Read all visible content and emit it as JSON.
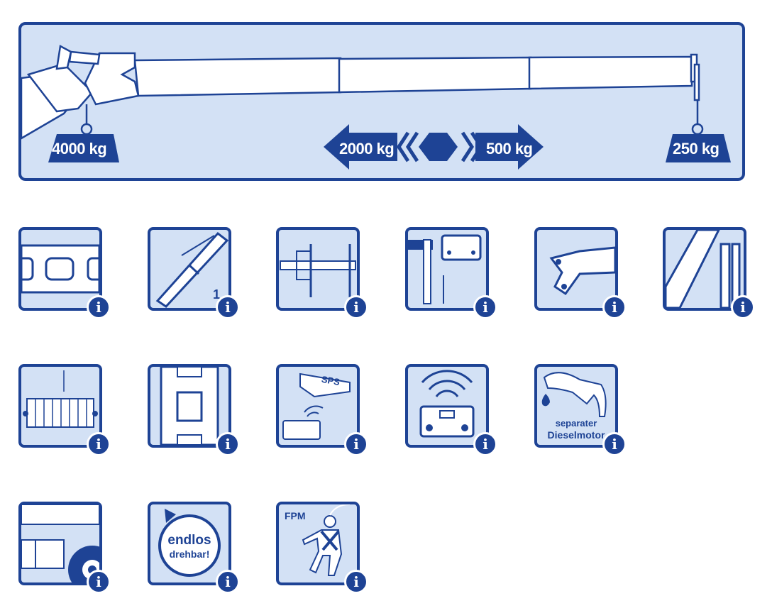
{
  "banner": {
    "left_weight": "4000 kg",
    "mid_left_weight": "2000 kg",
    "mid_right_weight": "500 kg",
    "right_weight": "250 kg"
  },
  "colors": {
    "primary": "#1e4395",
    "fill": "#d3e1f5"
  },
  "tiles": [
    {
      "icon": "boom-profile-icon"
    },
    {
      "icon": "telescopic-boom-icon",
      "text": "1"
    },
    {
      "icon": "stabilizer-outrigger-icon"
    },
    {
      "icon": "remote-control-support-icon"
    },
    {
      "icon": "articulated-boom-icon"
    },
    {
      "icon": "boom-cylinder-icon"
    },
    {
      "icon": "load-platform-icon"
    },
    {
      "icon": "slewing-ring-icon"
    },
    {
      "icon": "sps-control-icon",
      "text": "SPS"
    },
    {
      "icon": "radio-remote-icon"
    },
    {
      "icon": "diesel-engine-icon",
      "text1": "separater",
      "text2": "Dieselmotor"
    },
    {
      "icon": "truck-mount-icon"
    },
    {
      "icon": "endless-rotation-icon",
      "text1": "endlos",
      "text2": "drehbar!"
    },
    {
      "icon": "fall-protection-icon",
      "text": "FPM"
    }
  ],
  "info_glyph": "i"
}
